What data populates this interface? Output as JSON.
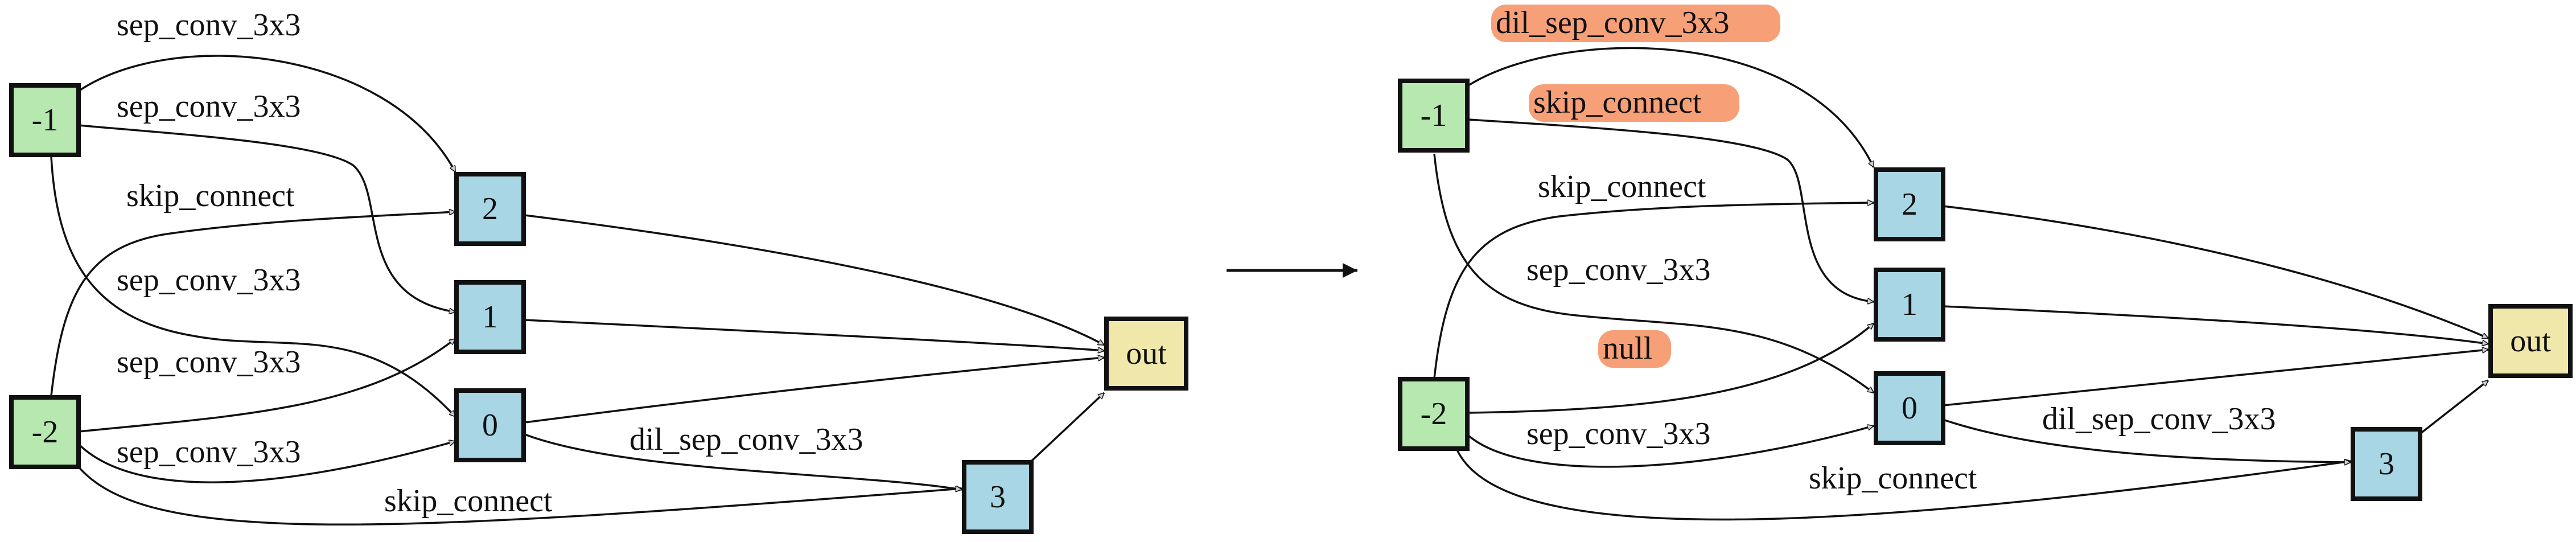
{
  "colors": {
    "input_node": "#b7e8b0",
    "op_node": "#a9d6e4",
    "output_node": "#efe8aa",
    "highlight": "#f7a078"
  },
  "left": {
    "nodes": {
      "m1": "-1",
      "m2": "-2",
      "n0": "0",
      "n1": "1",
      "n2": "2",
      "n3": "3",
      "out": "out"
    },
    "edge_labels": {
      "m1_n2": "sep_conv_3x3",
      "m1_n1": "sep_conv_3x3",
      "m2_n2": "skip_connect",
      "m1_n0": "sep_conv_3x3",
      "m2_n1": "sep_conv_3x3",
      "m2_n0": "sep_conv_3x3",
      "n0_n3": "dil_sep_conv_3x3",
      "m2_n3": "skip_connect"
    }
  },
  "right": {
    "nodes": {
      "m1": "-1",
      "m2": "-2",
      "n0": "0",
      "n1": "1",
      "n2": "2",
      "n3": "3",
      "out": "out"
    },
    "edge_labels": {
      "m1_n2": "dil_sep_conv_3x3",
      "m1_n1": "skip_connect",
      "m2_n2": "skip_connect",
      "m1_n0": "sep_conv_3x3",
      "m2_n1": "null",
      "m2_n0": "sep_conv_3x3",
      "n0_n3": "dil_sep_conv_3x3",
      "m2_n3": "skip_connect"
    }
  }
}
